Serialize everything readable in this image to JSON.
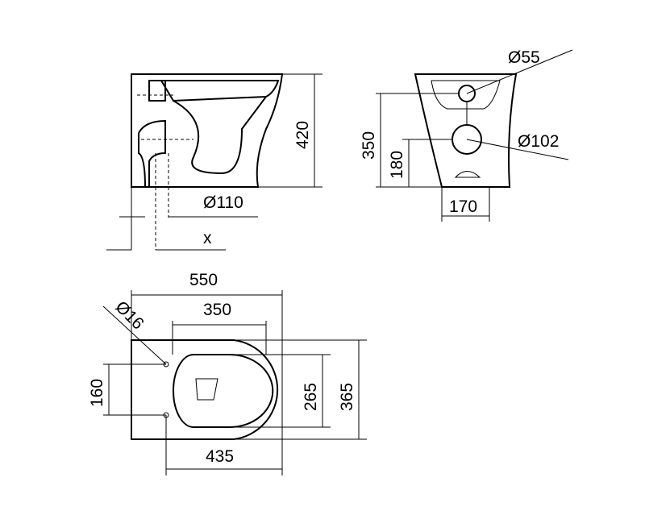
{
  "side_view": {
    "height": "420",
    "pipe_diameter": "Ø110",
    "offset": "x"
  },
  "rear_view": {
    "upper_hole": "Ø55",
    "lower_hole": "Ø102",
    "height_upper": "350",
    "height_lower": "180",
    "width": "170"
  },
  "top_view": {
    "length": "550",
    "seat_length": "350",
    "fixing_hole": "Ø16",
    "fixing_spacing": "160",
    "seat_width": "265",
    "width": "365",
    "fixing_length": "435"
  },
  "colors": {
    "line": "#000000",
    "background": "#ffffff"
  }
}
